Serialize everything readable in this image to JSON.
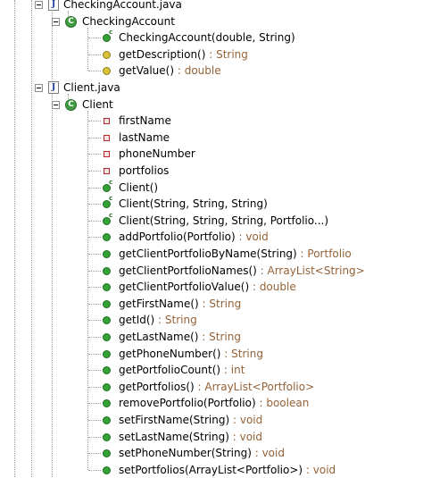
{
  "tree": [
    {
      "kind": "file",
      "depth": 0,
      "label": "CheckingAccount.java",
      "file_letter": "J",
      "expanded": true
    },
    {
      "kind": "class",
      "depth": 1,
      "label": "CheckingAccount",
      "class_letter": "C",
      "expanded": true
    },
    {
      "kind": "constructor",
      "depth": 2,
      "label": "CheckingAccount(double, String)",
      "ret": ""
    },
    {
      "kind": "protected",
      "depth": 2,
      "label": "getDescription()",
      "ret": " : String"
    },
    {
      "kind": "protected",
      "depth": 2,
      "label": "getValue()",
      "ret": " : double"
    },
    {
      "kind": "file",
      "depth": 0,
      "label": "Client.java",
      "file_letter": "J",
      "expanded": true
    },
    {
      "kind": "class",
      "depth": 1,
      "label": "Client",
      "class_letter": "C",
      "expanded": true
    },
    {
      "kind": "field",
      "depth": 2,
      "label": "firstName",
      "ret": ""
    },
    {
      "kind": "field",
      "depth": 2,
      "label": "lastName",
      "ret": ""
    },
    {
      "kind": "field",
      "depth": 2,
      "label": "phoneNumber",
      "ret": ""
    },
    {
      "kind": "field",
      "depth": 2,
      "label": "portfolios",
      "ret": ""
    },
    {
      "kind": "constructor",
      "depth": 2,
      "label": "Client()",
      "ret": ""
    },
    {
      "kind": "constructor",
      "depth": 2,
      "label": "Client(String, String, String)",
      "ret": ""
    },
    {
      "kind": "constructor",
      "depth": 2,
      "label": "Client(String, String, String, Portfolio...)",
      "ret": ""
    },
    {
      "kind": "method",
      "depth": 2,
      "label": "addPortfolio(Portfolio)",
      "ret": " : void"
    },
    {
      "kind": "method",
      "depth": 2,
      "label": "getClientPortfolioByName(String)",
      "ret": " : Portfolio"
    },
    {
      "kind": "method",
      "depth": 2,
      "label": "getClientPortfolioNames()",
      "ret": " : ArrayList<String>"
    },
    {
      "kind": "method",
      "depth": 2,
      "label": "getClientPortfolioValue()",
      "ret": " : double"
    },
    {
      "kind": "method",
      "depth": 2,
      "label": "getFirstName()",
      "ret": " : String"
    },
    {
      "kind": "method",
      "depth": 2,
      "label": "getId()",
      "ret": " : String"
    },
    {
      "kind": "method",
      "depth": 2,
      "label": "getLastName()",
      "ret": " : String"
    },
    {
      "kind": "method",
      "depth": 2,
      "label": "getPhoneNumber()",
      "ret": " : String"
    },
    {
      "kind": "method",
      "depth": 2,
      "label": "getPortfolioCount()",
      "ret": " : int"
    },
    {
      "kind": "method",
      "depth": 2,
      "label": "getPortfolios()",
      "ret": " : ArrayList<Portfolio>"
    },
    {
      "kind": "method",
      "depth": 2,
      "label": "removePortfolio(Portfolio)",
      "ret": " : boolean"
    },
    {
      "kind": "method",
      "depth": 2,
      "label": "setFirstName(String)",
      "ret": " : void"
    },
    {
      "kind": "method",
      "depth": 2,
      "label": "setLastName(String)",
      "ret": " : void"
    },
    {
      "kind": "method",
      "depth": 2,
      "label": "setPhoneNumber(String)",
      "ret": " : void"
    },
    {
      "kind": "method",
      "depth": 2,
      "label": "setPortfolios(ArrayList<Portfolio>)",
      "ret": " : void"
    }
  ],
  "constructor_mark": "c"
}
